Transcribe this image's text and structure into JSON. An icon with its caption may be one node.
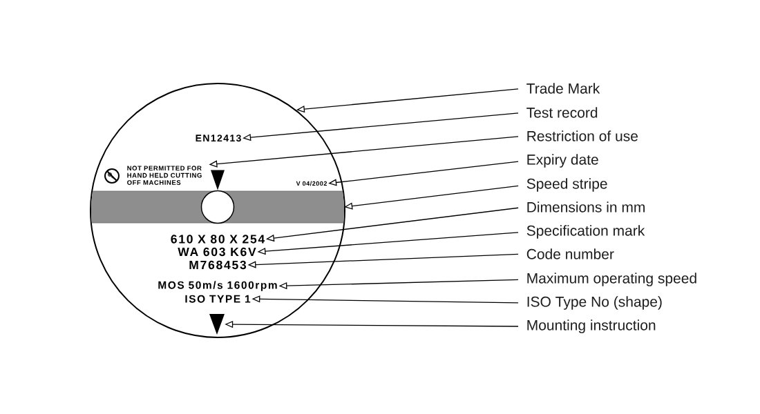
{
  "diagram": {
    "nodes": [
      {
        "text": [],
        "shape": "circle"
      },
      {
        "text": [
          "EN12413"
        ],
        "in": 0
      },
      {
        "text": [
          "NOT PERMITTED FOR HAND HELD CUTTING OFF MACHINES"
        ],
        "in": 0
      },
      {
        "text": [],
        "shape": "triangle",
        "in": 0
      },
      {
        "text": [
          "V 04/2002"
        ],
        "in": 0
      },
      {
        "text": [],
        "shape": "bar",
        "in": 0
      },
      {
        "text": [
          "610 X 80 X 254"
        ],
        "in": 0
      },
      {
        "text": [
          "WA 603 K6V"
        ],
        "in": 0
      },
      {
        "text": [
          "M768453"
        ],
        "in": 0
      },
      {
        "text": [
          "MOS 50m/s 1600rpm"
        ],
        "in": 0
      },
      {
        "text": [
          "ISO TYPE 1"
        ],
        "in": 0
      },
      {
        "text": [],
        "shape": "triangle",
        "in": 0
      },
      {
        "text": [
          "Trade Mark"
        ]
      },
      {
        "text": [
          "Test record"
        ]
      },
      {
        "text": [
          "Restriction of use"
        ]
      },
      {
        "text": [
          "Expiry date"
        ]
      },
      {
        "text": [
          "Speed stripe"
        ]
      },
      {
        "text": [
          "Dimensions in mm"
        ]
      },
      {
        "text": [
          "Specification mark"
        ]
      },
      {
        "text": [
          "Code number"
        ]
      },
      {
        "text": [
          "Maximum operating speed"
        ]
      },
      {
        "text": [
          "ISO Type No (shape)"
        ]
      },
      {
        "text": [
          "Mounting instruction"
        ]
      }
    ],
    "edges": [
      {
        "from": 12,
        "to": 0,
        "arrow": "to"
      },
      {
        "from": 13,
        "to": 1,
        "arrow": "to"
      },
      {
        "from": 14,
        "to": 2,
        "arrow": "to"
      },
      {
        "from": 15,
        "to": 4,
        "arrow": "to"
      },
      {
        "from": 16,
        "to": 5,
        "arrow": "to"
      },
      {
        "from": 17,
        "to": 6,
        "arrow": "to"
      },
      {
        "from": 18,
        "to": 7,
        "arrow": "to"
      },
      {
        "from": 19,
        "to": 8,
        "arrow": "to"
      },
      {
        "from": 20,
        "to": 9,
        "arrow": "to"
      },
      {
        "from": 21,
        "to": 10,
        "arrow": "to"
      },
      {
        "from": 22,
        "to": 11,
        "arrow": "to"
      }
    ]
  }
}
